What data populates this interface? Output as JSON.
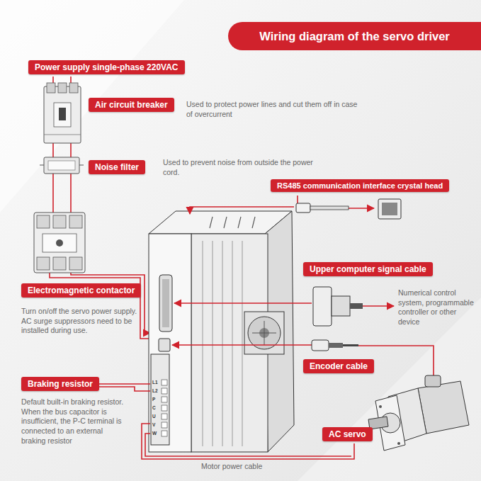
{
  "diagram": {
    "title": "Wiring diagram of the servo driver",
    "nodes": [
      {
        "text": [
          "Power supply single-phase 220VAC"
        ]
      },
      {
        "text": [
          "Air circuit breaker"
        ]
      },
      {
        "text": [
          "Noise filter"
        ]
      },
      {
        "text": [
          "RS485 communication interface crystal head"
        ]
      },
      {
        "text": [
          "Electromagnetic contactor"
        ]
      },
      {
        "text": [
          "Upper computer signal cable"
        ]
      },
      {
        "text": [
          "Encoder cable"
        ]
      },
      {
        "text": [
          "Braking resistor"
        ]
      },
      {
        "text": [
          "AC servo"
        ]
      }
    ],
    "labels": [
      "Used to protect power lines and cut them off in case of overcurrent",
      "Used to prevent noise from outside the power cord.",
      "Turn on/off the servo power supply. AC surge suppressors need to be installed during use.",
      "Default built-in braking resistor. When the bus capacitor is insufficient, the P-C terminal is connected to an external braking resistor",
      "Numerical control system, programmable controller or other device",
      "Motor power cable",
      "L1",
      "L2",
      "P",
      "C",
      "U",
      "V",
      "W"
    ]
  }
}
